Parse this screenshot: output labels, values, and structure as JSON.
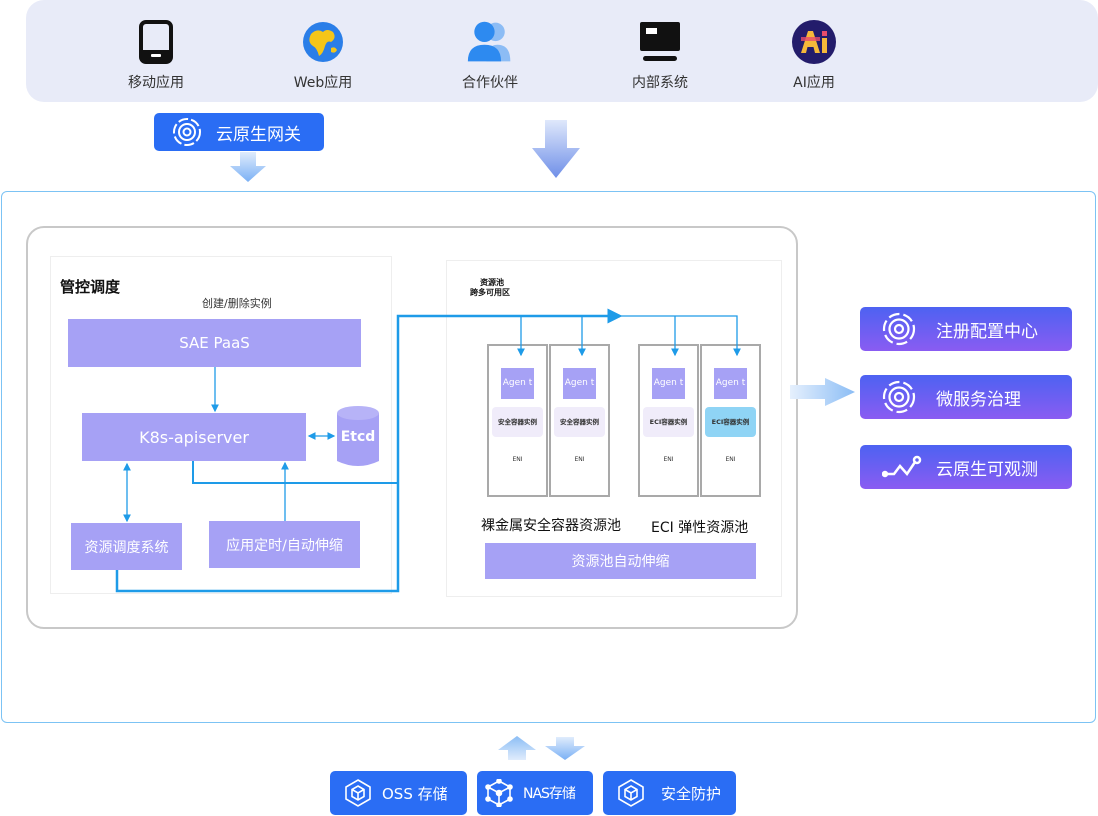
{
  "clients": {
    "items": [
      {
        "label": "移动应用",
        "icon": "mobile-icon"
      },
      {
        "label": "Web应用",
        "icon": "globe-icon"
      },
      {
        "label": "合作伙伴",
        "icon": "partners-icon"
      },
      {
        "label": "内部系统",
        "icon": "monitor-icon"
      },
      {
        "label": "AI应用",
        "icon": "ai-icon"
      }
    ]
  },
  "gateway": {
    "label": "云原生网关",
    "icon": "gateway-swirl-icon"
  },
  "control": {
    "title": "管控调度",
    "create_delete_label": "创建/删除实例",
    "sae_paas": "SAE  PaaS",
    "k8s_apiserver": "K8s-apiserver",
    "etcd": "Etcd",
    "scheduler": "资源调度系统",
    "autoscale": "应用定时/自动伸缩"
  },
  "pool": {
    "title_line1": "资源池",
    "title_line2": "跨多可用区",
    "columns": [
      {
        "agent": "Agen t",
        "instance": "安全容器实例",
        "eni": "ENI",
        "highlight": false
      },
      {
        "agent": "Agen t",
        "instance": "安全容器实例",
        "eni": "ENI",
        "highlight": false
      },
      {
        "agent": "Agen t",
        "instance": "ECI容器实例",
        "eni": "ENI",
        "highlight": false
      },
      {
        "agent": "Agen t",
        "instance": "ECI容器实例",
        "eni": "ENI",
        "highlight": true
      }
    ],
    "baremetal_label": "裸金属安全容器资源池",
    "eci_label": "ECI 弹性资源池",
    "autoscale_bar": "资源池自动伸缩"
  },
  "services": [
    {
      "label": "注册配置中心",
      "icon": "swirl-icon"
    },
    {
      "label": "微服务治理",
      "icon": "swirl-icon"
    },
    {
      "label": "云原生可观测",
      "icon": "trend-line-icon"
    }
  ],
  "storage": [
    {
      "label": "OSS 存储",
      "icon": "cube-cluster-icon"
    },
    {
      "label": "NAS存储",
      "icon": "network-cube-icon"
    },
    {
      "label": "安全防护",
      "icon": "cube-cluster-icon"
    }
  ],
  "colors": {
    "brand_blue": "#2a6df4",
    "purple_box": "#a6a1f5",
    "connector": "#1e9be8",
    "frame": "#7cc3f4"
  }
}
